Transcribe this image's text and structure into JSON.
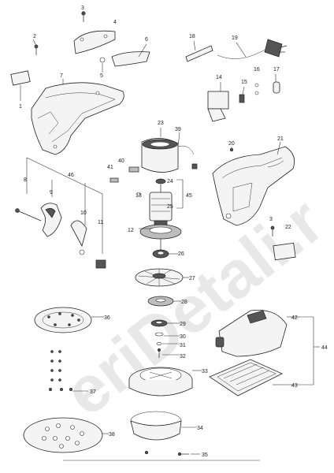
{
  "watermark": "eriDetali.r",
  "labels": {
    "l1": "1",
    "l2": "2",
    "l3": "3",
    "l3b": "3",
    "l4": "4",
    "l5": "5",
    "l6": "6",
    "l7": "7",
    "l8": "8",
    "l9": "9",
    "l10": "10",
    "l11": "11",
    "l12": "12",
    "l13": "13",
    "l14": "14",
    "l15": "15",
    "l16": "16",
    "l17": "17",
    "l18": "18",
    "l19": "19",
    "l20": "20",
    "l21": "21",
    "l22": "22",
    "l23": "23",
    "l24": "24",
    "l25": "25",
    "l26": "26",
    "l27": "27",
    "l28": "28",
    "l29": "29",
    "l30": "30",
    "l31": "31",
    "l32": "32",
    "l33": "33",
    "l34": "34",
    "l35": "35",
    "l36": "36",
    "l37": "37",
    "l38": "38",
    "l39": "39",
    "l40": "40",
    "l41": "41",
    "l42": "42",
    "l43": "43",
    "l44": "44",
    "l45": "45",
    "l46": "46"
  }
}
